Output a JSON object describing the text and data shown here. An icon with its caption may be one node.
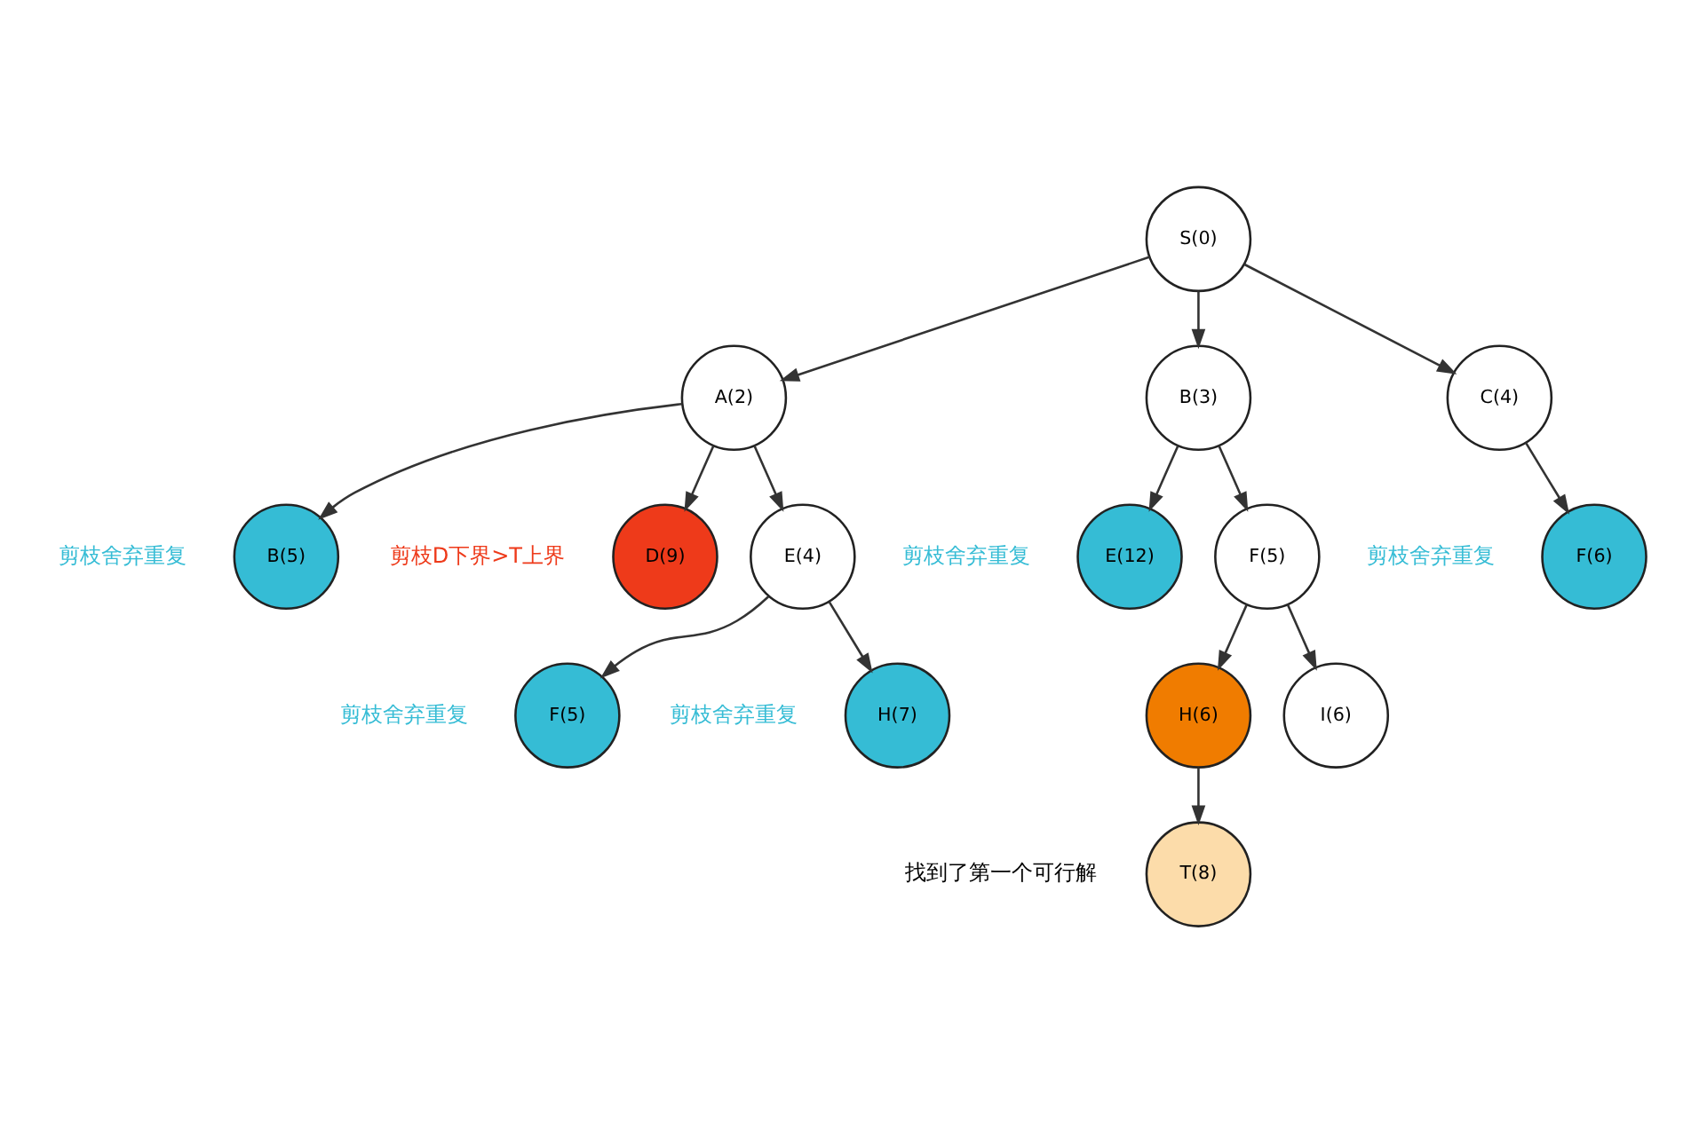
{
  "diagram": {
    "nodes": [
      {
        "text": [
          "S(0)"
        ]
      },
      {
        "text": [
          "A(2)"
        ]
      },
      {
        "text": [
          "B(3)"
        ]
      },
      {
        "text": [
          "C(4)"
        ]
      },
      {
        "text": [
          "B(5)"
        ],
        "beside": [
          "剪枝舍弃重复"
        ]
      },
      {
        "text": [
          "D(9)"
        ],
        "beside": [
          "剪枝D下界>T上界"
        ]
      },
      {
        "text": [
          "E(4)"
        ]
      },
      {
        "text": [
          "E(12)"
        ],
        "beside": [
          "剪枝舍弃重复"
        ]
      },
      {
        "text": [
          "F(5)"
        ]
      },
      {
        "text": [
          "F(6)"
        ],
        "beside": [
          "剪枝舍弃重复"
        ]
      },
      {
        "text": [
          "F(5)"
        ],
        "beside": [
          "剪枝舍弃重复"
        ]
      },
      {
        "text": [
          "H(7)"
        ],
        "beside": [
          "剪枝舍弃重复"
        ]
      },
      {
        "text": [
          "H(6)"
        ]
      },
      {
        "text": [
          "I(6)"
        ]
      },
      {
        "text": [
          "T(8)"
        ],
        "beside": [
          "找到了第一个可行解"
        ]
      }
    ],
    "edges": [
      {
        "from": 0,
        "to": 1,
        "arrow": "to"
      },
      {
        "from": 0,
        "to": 2,
        "arrow": "to"
      },
      {
        "from": 0,
        "to": 3,
        "arrow": "to"
      },
      {
        "from": 1,
        "to": 4,
        "arrow": "to"
      },
      {
        "from": 1,
        "to": 5,
        "arrow": "to"
      },
      {
        "from": 1,
        "to": 6,
        "arrow": "to"
      },
      {
        "from": 2,
        "to": 7,
        "arrow": "to"
      },
      {
        "from": 2,
        "to": 8,
        "arrow": "to"
      },
      {
        "from": 3,
        "to": 9,
        "arrow": "to"
      },
      {
        "from": 6,
        "to": 10,
        "arrow": "to"
      },
      {
        "from": 6,
        "to": 11,
        "arrow": "to"
      },
      {
        "from": 8,
        "to": 12,
        "arrow": "to"
      },
      {
        "from": 8,
        "to": 13,
        "arrow": "to"
      },
      {
        "from": 12,
        "to": 14,
        "arrow": "to"
      }
    ]
  }
}
